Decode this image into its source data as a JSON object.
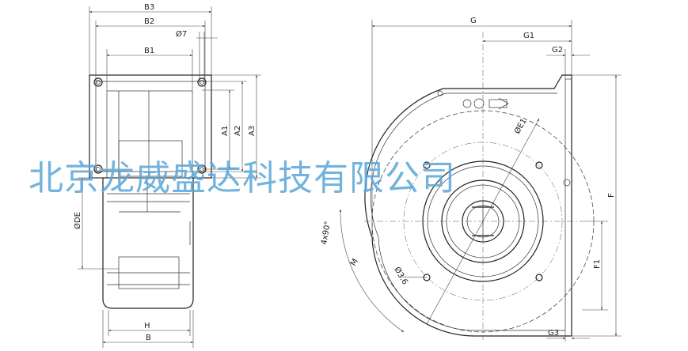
{
  "watermark": "北京龙威盛达科技有限公司",
  "side_view_labels": {
    "B3": "B3",
    "B2": "B2",
    "phi7": "Ø7",
    "B1": "B1",
    "A1": "A1",
    "A2": "A2",
    "A3": "A3",
    "DE": "ØDE",
    "H": "H",
    "B": "B"
  },
  "front_view_labels": {
    "G": "G",
    "G1": "G1",
    "G2": "G2",
    "G3": "G3",
    "E1": "ØE1",
    "F": "F",
    "F1": "F1",
    "hole": "Ø3.6",
    "angle": "4x90°",
    "M": "M"
  }
}
